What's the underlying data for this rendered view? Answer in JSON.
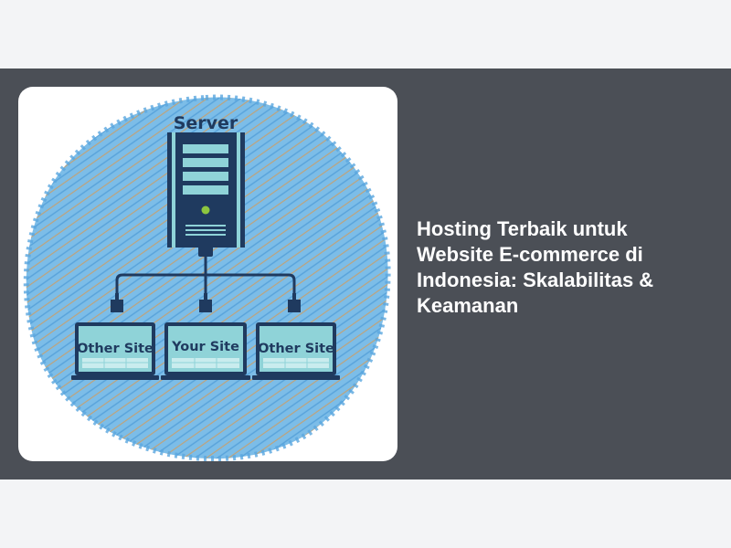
{
  "article": {
    "title": "Hosting Terbaik untuk Website E-commerce di Indonesia: Skalabilitas & Keamanan"
  },
  "illustration": {
    "server_label": "Server",
    "sites": [
      {
        "label": "Other Site"
      },
      {
        "label": "Your Site"
      },
      {
        "label": "Other Site"
      }
    ]
  },
  "colors": {
    "band": "#4b4f56",
    "blob": "#7cbde8",
    "server": "#1f3a5f",
    "screen": "#8fd3d8",
    "power_led": "#8cc63f"
  }
}
